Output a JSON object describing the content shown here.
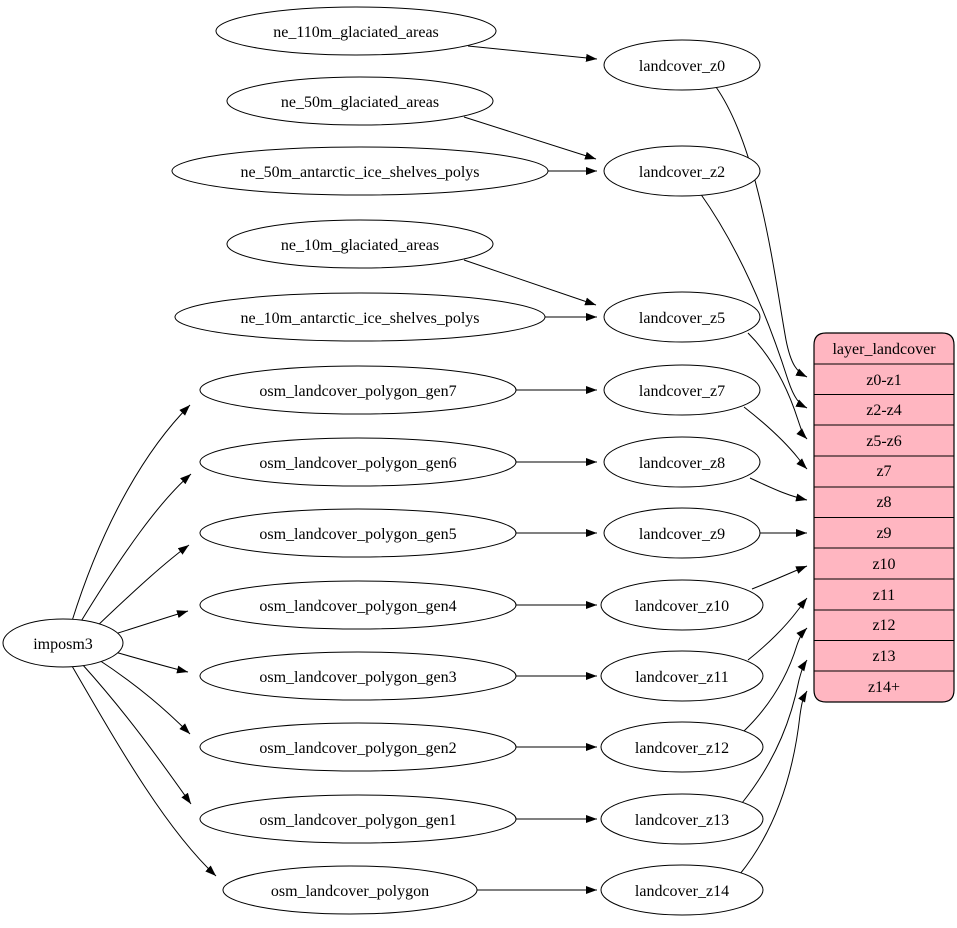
{
  "palette": {
    "background": "#ffffff",
    "node_fill": "#ffffff",
    "node_stroke": "#000000",
    "edge_color": "#000000",
    "table_fill": "#ffb6c1",
    "text_color": "#000000"
  },
  "imposm": {
    "label": "imposm3"
  },
  "sources": [
    {
      "label": "ne_110m_glaciated_areas"
    },
    {
      "label": "ne_50m_glaciated_areas"
    },
    {
      "label": "ne_50m_antarctic_ice_shelves_polys"
    },
    {
      "label": "ne_10m_glaciated_areas"
    },
    {
      "label": "ne_10m_antarctic_ice_shelves_polys"
    },
    {
      "label": "osm_landcover_polygon_gen7"
    },
    {
      "label": "osm_landcover_polygon_gen6"
    },
    {
      "label": "osm_landcover_polygon_gen5"
    },
    {
      "label": "osm_landcover_polygon_gen4"
    },
    {
      "label": "osm_landcover_polygon_gen3"
    },
    {
      "label": "osm_landcover_polygon_gen2"
    },
    {
      "label": "osm_landcover_polygon_gen1"
    },
    {
      "label": "osm_landcover_polygon"
    }
  ],
  "landcover": [
    {
      "label": "landcover_z0"
    },
    {
      "label": "landcover_z2"
    },
    {
      "label": "landcover_z5"
    },
    {
      "label": "landcover_z7"
    },
    {
      "label": "landcover_z8"
    },
    {
      "label": "landcover_z9"
    },
    {
      "label": "landcover_z10"
    },
    {
      "label": "landcover_z11"
    },
    {
      "label": "landcover_z12"
    },
    {
      "label": "landcover_z13"
    },
    {
      "label": "landcover_z14"
    }
  ],
  "table": {
    "title": "layer_landcover",
    "rows": [
      "z0-z1",
      "z2-z4",
      "z5-z6",
      "z7",
      "z8",
      "z9",
      "z10",
      "z11",
      "z12",
      "z13",
      "z14+"
    ]
  },
  "edges": [
    {
      "from": "imposm3",
      "to": "osm_landcover_polygon_gen7"
    },
    {
      "from": "imposm3",
      "to": "osm_landcover_polygon_gen6"
    },
    {
      "from": "imposm3",
      "to": "osm_landcover_polygon_gen5"
    },
    {
      "from": "imposm3",
      "to": "osm_landcover_polygon_gen4"
    },
    {
      "from": "imposm3",
      "to": "osm_landcover_polygon_gen3"
    },
    {
      "from": "imposm3",
      "to": "osm_landcover_polygon_gen2"
    },
    {
      "from": "imposm3",
      "to": "osm_landcover_polygon_gen1"
    },
    {
      "from": "imposm3",
      "to": "osm_landcover_polygon"
    },
    {
      "from": "ne_110m_glaciated_areas",
      "to": "landcover_z0"
    },
    {
      "from": "ne_50m_glaciated_areas",
      "to": "landcover_z2"
    },
    {
      "from": "ne_50m_antarctic_ice_shelves_polys",
      "to": "landcover_z2"
    },
    {
      "from": "ne_10m_glaciated_areas",
      "to": "landcover_z5"
    },
    {
      "from": "ne_10m_antarctic_ice_shelves_polys",
      "to": "landcover_z5"
    },
    {
      "from": "osm_landcover_polygon_gen7",
      "to": "landcover_z7"
    },
    {
      "from": "osm_landcover_polygon_gen6",
      "to": "landcover_z8"
    },
    {
      "from": "osm_landcover_polygon_gen5",
      "to": "landcover_z9"
    },
    {
      "from": "osm_landcover_polygon_gen4",
      "to": "landcover_z10"
    },
    {
      "from": "osm_landcover_polygon_gen3",
      "to": "landcover_z11"
    },
    {
      "from": "osm_landcover_polygon_gen2",
      "to": "landcover_z12"
    },
    {
      "from": "osm_landcover_polygon_gen1",
      "to": "landcover_z13"
    },
    {
      "from": "osm_landcover_polygon",
      "to": "landcover_z14"
    },
    {
      "from": "landcover_z0",
      "to": "layer_landcover.z0-z1"
    },
    {
      "from": "landcover_z2",
      "to": "layer_landcover.z2-z4"
    },
    {
      "from": "landcover_z5",
      "to": "layer_landcover.z5-z6"
    },
    {
      "from": "landcover_z7",
      "to": "layer_landcover.z7"
    },
    {
      "from": "landcover_z8",
      "to": "layer_landcover.z8"
    },
    {
      "from": "landcover_z9",
      "to": "layer_landcover.z9"
    },
    {
      "from": "landcover_z10",
      "to": "layer_landcover.z10"
    },
    {
      "from": "landcover_z11",
      "to": "layer_landcover.z11"
    },
    {
      "from": "landcover_z12",
      "to": "layer_landcover.z12"
    },
    {
      "from": "landcover_z13",
      "to": "layer_landcover.z13"
    },
    {
      "from": "landcover_z14",
      "to": "layer_landcover.z14+"
    }
  ]
}
